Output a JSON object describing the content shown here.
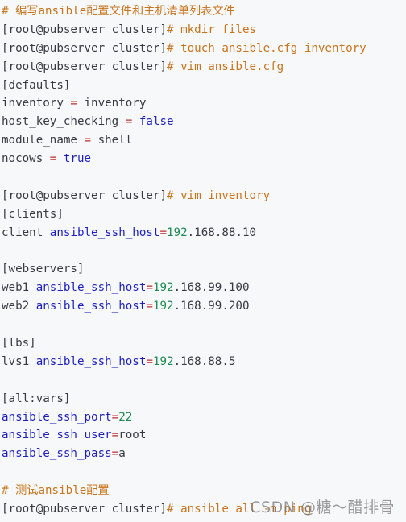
{
  "code_lines": [
    [
      {
        "t": "# 编写ansible配置文件和主机清单列表文件",
        "c": "comment"
      }
    ],
    [
      {
        "t": "[root@pubserver cluster]",
        "c": "prompt"
      },
      {
        "t": "# mkdir files",
        "c": "cmd"
      }
    ],
    [
      {
        "t": "[root@pubserver cluster]",
        "c": "prompt"
      },
      {
        "t": "# touch ansible.cfg inventory",
        "c": "cmd"
      }
    ],
    [
      {
        "t": "[root@pubserver cluster]",
        "c": "prompt"
      },
      {
        "t": "# vim ansible.cfg",
        "c": "cmd"
      }
    ],
    [
      {
        "t": "[defaults]",
        "c": "text"
      }
    ],
    [
      {
        "t": "inventory ",
        "c": "text"
      },
      {
        "t": "=",
        "c": "eq"
      },
      {
        "t": " inventory",
        "c": "text"
      }
    ],
    [
      {
        "t": "host_key_checking ",
        "c": "text"
      },
      {
        "t": "=",
        "c": "eq"
      },
      {
        "t": " ",
        "c": "text"
      },
      {
        "t": "false",
        "c": "bool"
      }
    ],
    [
      {
        "t": "module_name ",
        "c": "text"
      },
      {
        "t": "=",
        "c": "eq"
      },
      {
        "t": " shell",
        "c": "text"
      }
    ],
    [
      {
        "t": "nocows ",
        "c": "text"
      },
      {
        "t": "=",
        "c": "eq"
      },
      {
        "t": " ",
        "c": "text"
      },
      {
        "t": "true",
        "c": "bool"
      }
    ],
    [],
    [
      {
        "t": "[root@pubserver cluster]",
        "c": "prompt"
      },
      {
        "t": "# vim inventory",
        "c": "cmd"
      }
    ],
    [
      {
        "t": "[clients]",
        "c": "text"
      }
    ],
    [
      {
        "t": "client ",
        "c": "text"
      },
      {
        "t": "ansible_ssh_host",
        "c": "key"
      },
      {
        "t": "=",
        "c": "eq"
      },
      {
        "t": "192",
        "c": "num"
      },
      {
        "t": ".168.88.10",
        "c": "text"
      }
    ],
    [],
    [
      {
        "t": "[webservers]",
        "c": "text"
      }
    ],
    [
      {
        "t": "web1 ",
        "c": "text"
      },
      {
        "t": "ansible_ssh_host",
        "c": "key"
      },
      {
        "t": "=",
        "c": "eq"
      },
      {
        "t": "192",
        "c": "num"
      },
      {
        "t": ".168.99.100",
        "c": "text"
      }
    ],
    [
      {
        "t": "web2 ",
        "c": "text"
      },
      {
        "t": "ansible_ssh_host",
        "c": "key"
      },
      {
        "t": "=",
        "c": "eq"
      },
      {
        "t": "192",
        "c": "num"
      },
      {
        "t": ".168.99.200",
        "c": "text"
      }
    ],
    [],
    [
      {
        "t": "[lbs]",
        "c": "text"
      }
    ],
    [
      {
        "t": "lvs1 ",
        "c": "text"
      },
      {
        "t": "ansible_ssh_host",
        "c": "key"
      },
      {
        "t": "=",
        "c": "eq"
      },
      {
        "t": "192",
        "c": "num"
      },
      {
        "t": ".168.88.5",
        "c": "text"
      }
    ],
    [],
    [
      {
        "t": "[all:vars]",
        "c": "text"
      }
    ],
    [
      {
        "t": "ansible_ssh_port",
        "c": "key"
      },
      {
        "t": "=",
        "c": "eq"
      },
      {
        "t": "22",
        "c": "num"
      }
    ],
    [
      {
        "t": "ansible_ssh_user",
        "c": "key"
      },
      {
        "t": "=",
        "c": "eq"
      },
      {
        "t": "root",
        "c": "text"
      }
    ],
    [
      {
        "t": "ansible_ssh_pass",
        "c": "key"
      },
      {
        "t": "=",
        "c": "eq"
      },
      {
        "t": "a",
        "c": "text"
      }
    ],
    [],
    [
      {
        "t": "# 测试ansible配置",
        "c": "comment"
      }
    ],
    [
      {
        "t": "[root@pubserver cluster]",
        "c": "prompt"
      },
      {
        "t": "# ansible all -m ping",
        "c": "cmd"
      }
    ]
  ],
  "watermark": "CSDN @糖～醋排骨"
}
